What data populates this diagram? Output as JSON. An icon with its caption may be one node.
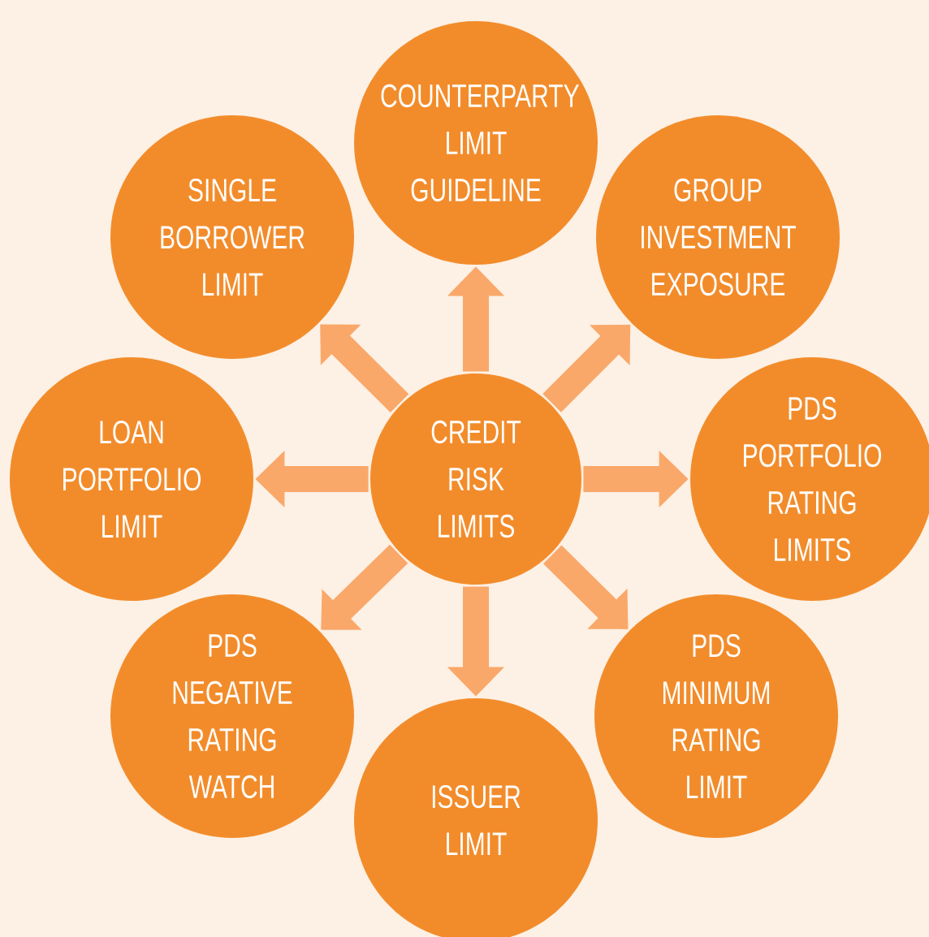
{
  "diagram": {
    "nodes": [
      {
        "text": [
          "COUNTERPARTY LIMIT GUIDELINE"
        ]
      },
      {
        "text": [
          "SINGLE BORROWER LIMIT"
        ]
      },
      {
        "text": [
          "GROUP INVESTMENT EXPOSURE"
        ]
      },
      {
        "text": [
          "CREDIT RISK LIMITS"
        ]
      },
      {
        "text": [
          "LOAN PORTFOLIO LIMIT"
        ]
      },
      {
        "text": [
          "PDS PORTFOLIO RATING LIMITS"
        ]
      },
      {
        "text": [
          "PDS NEGATIVE RATING WATCH"
        ]
      },
      {
        "text": [
          "PDS MINIMUM RATING LIMIT"
        ]
      },
      {
        "text": [
          "ISSUER LIMIT"
        ]
      }
    ],
    "edges": [
      {
        "from": 3,
        "to": 0,
        "arrow": "to"
      },
      {
        "from": 3,
        "to": 2,
        "arrow": "to"
      },
      {
        "from": 3,
        "to": 5,
        "arrow": "to"
      },
      {
        "from": 3,
        "to": 7,
        "arrow": "to"
      },
      {
        "from": 3,
        "to": 8,
        "arrow": "to"
      },
      {
        "from": 3,
        "to": 6,
        "arrow": "to"
      },
      {
        "from": 3,
        "to": 4,
        "arrow": "to"
      },
      {
        "from": 3,
        "to": 1,
        "arrow": "to"
      }
    ]
  }
}
